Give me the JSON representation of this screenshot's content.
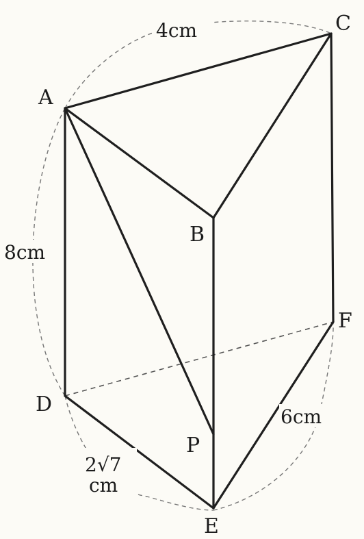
{
  "figure": {
    "vertices": {
      "A": "A",
      "B": "B",
      "C": "C",
      "D": "D",
      "E": "E",
      "F": "F",
      "P": "P"
    },
    "measurements": {
      "ac": "4cm",
      "ad": "8cm",
      "de_value": "2√7",
      "de_unit": "cm",
      "ef": "6cm"
    }
  }
}
